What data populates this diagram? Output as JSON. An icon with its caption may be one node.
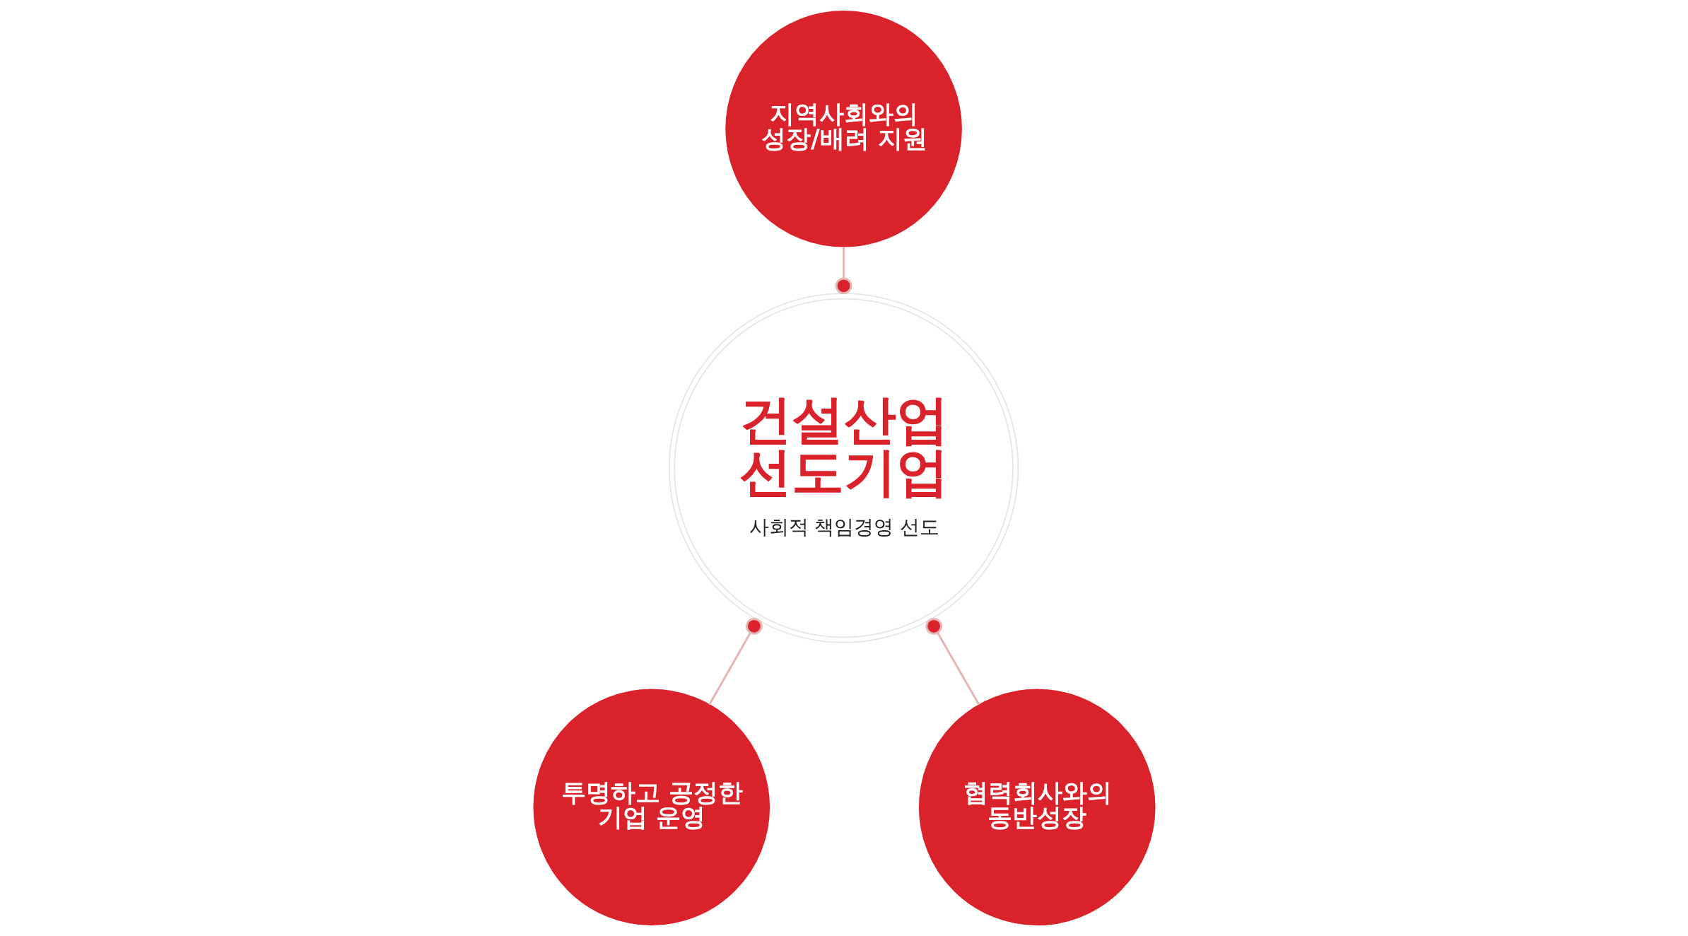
{
  "diagram": {
    "nodes": [
      {
        "text": [
          "건설산업 선도기업",
          "사회적 책임경영 선도"
        ]
      },
      {
        "text": [
          "지역사회와의 성장/배려 지원"
        ]
      },
      {
        "text": [
          "투명하고 공정한 기업 운영"
        ]
      },
      {
        "text": [
          "협력회사와의 동반성장"
        ]
      }
    ],
    "edges": [
      {
        "from": 1,
        "to": 0,
        "arrow": "other"
      },
      {
        "from": 2,
        "to": 0,
        "arrow": "other"
      },
      {
        "from": 3,
        "to": 0,
        "arrow": "other"
      }
    ]
  }
}
